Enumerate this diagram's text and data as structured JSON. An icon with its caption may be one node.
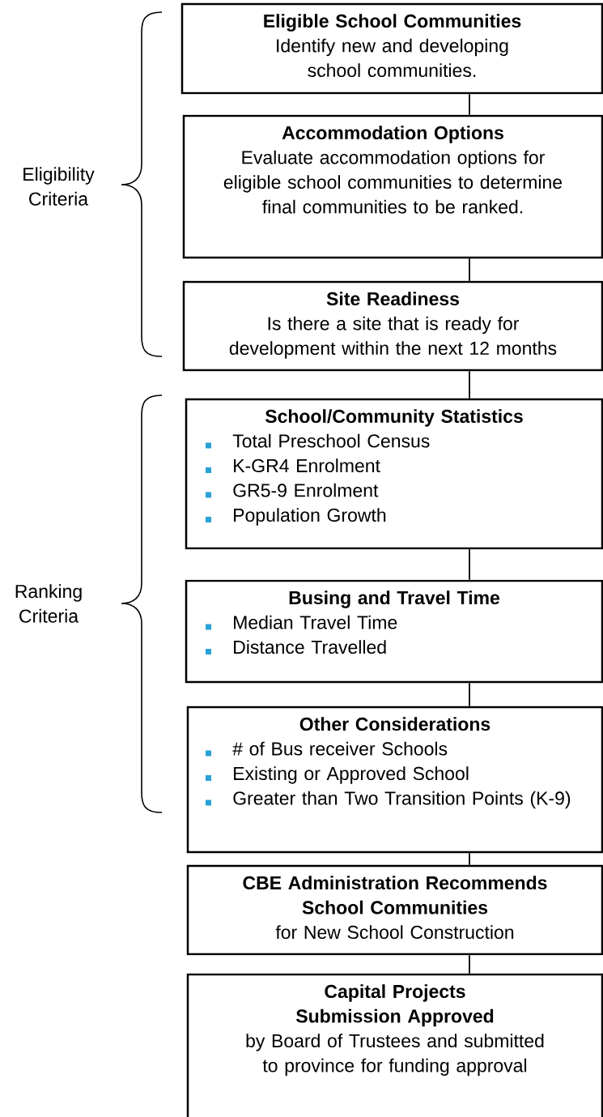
{
  "diagram": {
    "nodes": [
      {
        "text": [
          "Eligible School Communities",
          "Identify new and developing school communities."
        ]
      },
      {
        "text": [
          "Accommodation Options",
          "Evaluate accommodation options for eligible school communities to determine final communities to be ranked."
        ]
      },
      {
        "text": [
          "Site Readiness",
          "Is there a site that is ready for development within the next 12 months"
        ]
      },
      {
        "text": [
          "School/Community Statistics",
          "Total Preschool Census",
          "K-GR4 Enrolment",
          "GR5-9 Enrolment",
          "Population Growth"
        ]
      },
      {
        "text": [
          "Busing and Travel Time",
          "Median Travel Time",
          "Distance Travelled"
        ]
      },
      {
        "text": [
          "Other Considerations",
          "# of Bus receiver Schools",
          "Existing or Approved School",
          "Greater than Two Transition Points (K-9)"
        ]
      },
      {
        "text": [
          "CBE Administration Recommends School Communities",
          "for New School Construction"
        ]
      },
      {
        "text": [
          "Capital Projects Submission Approved",
          "by Board of Trustees and submitted to province for funding approval"
        ]
      }
    ],
    "edges": [
      {
        "from": 0,
        "to": 1,
        "arrow": "none"
      },
      {
        "from": 1,
        "to": 2,
        "arrow": "none"
      },
      {
        "from": 2,
        "to": 3,
        "arrow": "none"
      },
      {
        "from": 3,
        "to": 4,
        "arrow": "none"
      },
      {
        "from": 4,
        "to": 5,
        "arrow": "none"
      },
      {
        "from": 5,
        "to": 6,
        "arrow": "none"
      },
      {
        "from": 6,
        "to": 7,
        "arrow": "none"
      }
    ],
    "labels": [
      "Eligibility Criteria",
      "Ranking Criteria"
    ]
  }
}
